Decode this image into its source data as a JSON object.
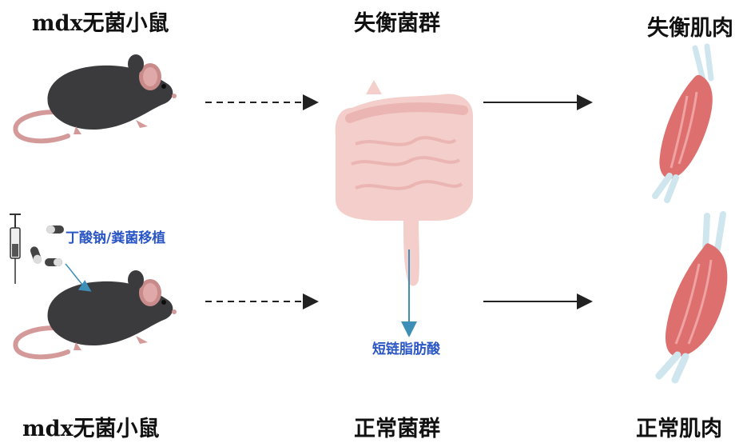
{
  "top_row": {
    "mouse_label": "mdx无菌小鼠",
    "microbiota_label": "失衡菌群",
    "muscle_label": "失衡肌肉"
  },
  "bottom_row": {
    "mouse_label": "mdx无菌小鼠",
    "microbiota_label": "正常菌群",
    "muscle_label": "正常肌肉"
  },
  "annotations": {
    "treatment": "丁酸钠/粪菌移植",
    "metabolite": "短链脂肪酸"
  },
  "colors": {
    "mouse_body": "#3b3b3d",
    "mouse_tail": "#d49a9a",
    "gut": "#f3c9c5",
    "muscle": "#de6f6f",
    "tendon": "#cfe6ef",
    "annotation_arrow": "#3e8fb8",
    "annotation_text": "#2b57c5"
  }
}
